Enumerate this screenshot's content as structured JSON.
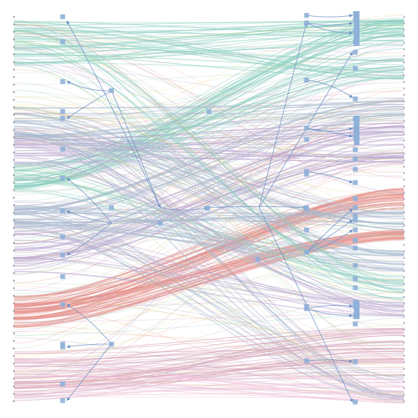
{
  "diagram": {
    "type": "parallel-flow-bundle",
    "background": "#ffffff",
    "node_color": "#8fb0d8",
    "arrow_color": "#6b8fc4",
    "palette": [
      "#8ccfc0",
      "#a9b9cf",
      "#b9a6cf",
      "#e5908c",
      "#d6a2b8",
      "#c7d98f",
      "#e9b97a",
      "#b8d8a8",
      "#f0c3da",
      "#a8a0b8",
      "#f5dc7a"
    ],
    "columns": [
      {
        "id": "left-axis",
        "nodes": 52
      },
      {
        "id": "hub-left",
        "nodes": 16
      },
      {
        "id": "hub-mid",
        "nodes": 8
      },
      {
        "id": "hub-right",
        "nodes": 14
      },
      {
        "id": "right-targets",
        "nodes": 30
      },
      {
        "id": "right-axis",
        "nodes": 60
      }
    ],
    "bundles": [
      {
        "from_band": "teal",
        "to_band": "lavender",
        "color": "#8ccfc0",
        "strands": 36
      },
      {
        "from_band": "teal",
        "to_band": "yellow",
        "color": "#8ccfc0",
        "strands": 18
      },
      {
        "from_band": "slate",
        "to_band": "mint",
        "color": "#a9b9cf",
        "strands": 30
      },
      {
        "from_band": "lavender",
        "to_band": "steel",
        "color": "#b9a6cf",
        "strands": 30
      },
      {
        "from_band": "teal",
        "to_band": "lime",
        "color": "#8ccfc0",
        "strands": 30
      },
      {
        "from_band": "lavender",
        "to_band": "rose",
        "color": "#b9a6cf",
        "strands": 26
      },
      {
        "from_band": "red",
        "to_band": "peach",
        "color": "#e5908c",
        "strands": 40
      },
      {
        "from_band": "slate",
        "to_band": "pink",
        "color": "#a9b9cf",
        "strands": 22
      },
      {
        "from_band": "mauve",
        "to_band": "grey",
        "color": "#d6a2b8",
        "strands": 44
      },
      {
        "from_band": "red",
        "to_band": "olive",
        "color": "#e5908c",
        "strands": 30
      },
      {
        "from_band": "slate",
        "to_band": "violet",
        "color": "#a9b9cf",
        "strands": 28
      },
      {
        "from_band": "teal",
        "to_band": "orange",
        "color": "#8ccfc0",
        "strands": 26
      },
      {
        "from_band": "lavender",
        "to_band": "sand",
        "color": "#b9a6cf",
        "strands": 22
      },
      {
        "from_band": "mauve",
        "to_band": "pink",
        "color": "#f0c3da",
        "strands": 24
      },
      {
        "from_band": "slate",
        "to_band": "teal",
        "color": "#a9b9cf",
        "strands": 24
      }
    ]
  }
}
